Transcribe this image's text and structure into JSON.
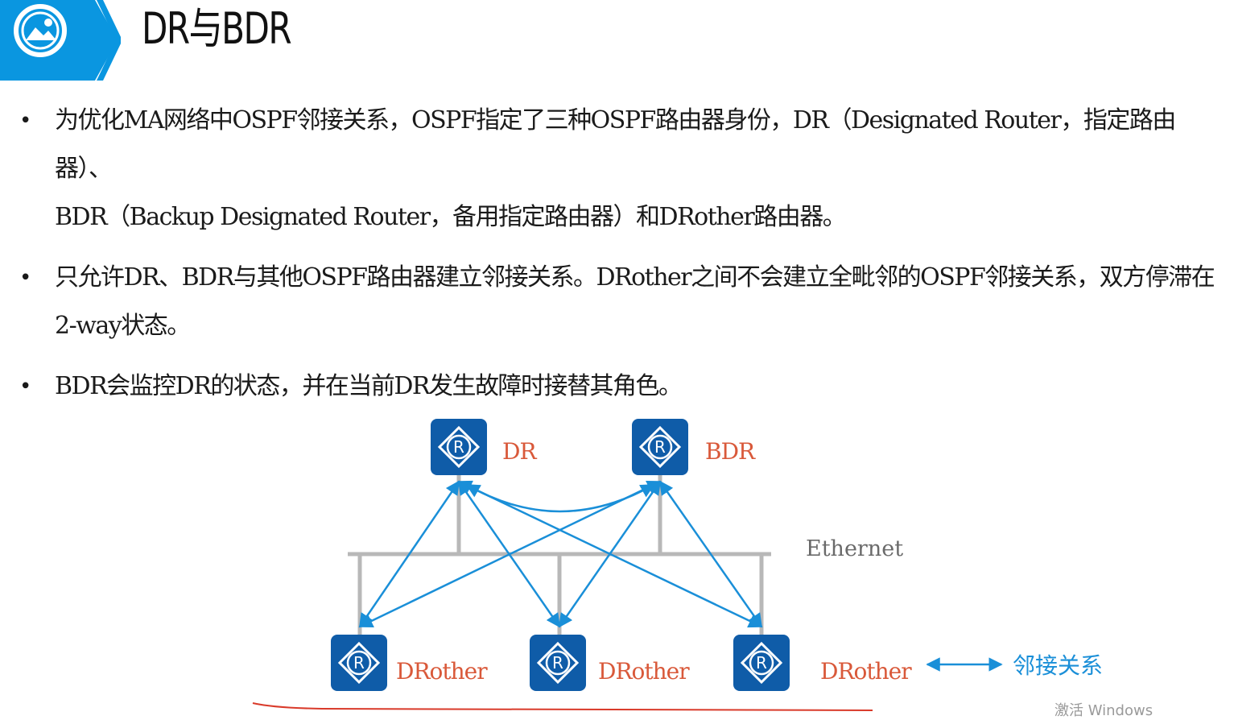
{
  "header": {
    "title": "DR与BDR",
    "icon": "image-icon",
    "accent_color": "#0a96e0"
  },
  "bullets": [
    {
      "line1": "为优化MA网络中OSPF邻接关系，OSPF指定了三种OSPF路由器身份，DR（Designated Router，指定路由器）、",
      "line2": "BDR（Backup Designated Router，备用指定路由器）和DRother路由器。"
    },
    {
      "line1": "只允许DR、BDR与其他OSPF路由器建立邻接关系。DRother之间不会建立全毗邻的OSPF邻接关系，双方停滞在",
      "line2": "2-way状态。"
    },
    {
      "line1": "BDR会监控DR的状态，并在当前DR发生故障时接替其角色。",
      "line2": ""
    }
  ],
  "diagram": {
    "routers": [
      {
        "label": "DR",
        "role": "top"
      },
      {
        "label": "BDR",
        "role": "top"
      },
      {
        "label": "DRother",
        "role": "bottom"
      },
      {
        "label": "DRother",
        "role": "bottom"
      },
      {
        "label": "DRother",
        "role": "bottom"
      }
    ],
    "network_label": "Ethernet",
    "legend_label": "邻接关系",
    "router_icon": "router-icon",
    "router_color": "#0f5ca8",
    "adjacency_color": "#1a8fd8",
    "label_color": "#d9593a"
  },
  "watermark": "激活 Windows"
}
